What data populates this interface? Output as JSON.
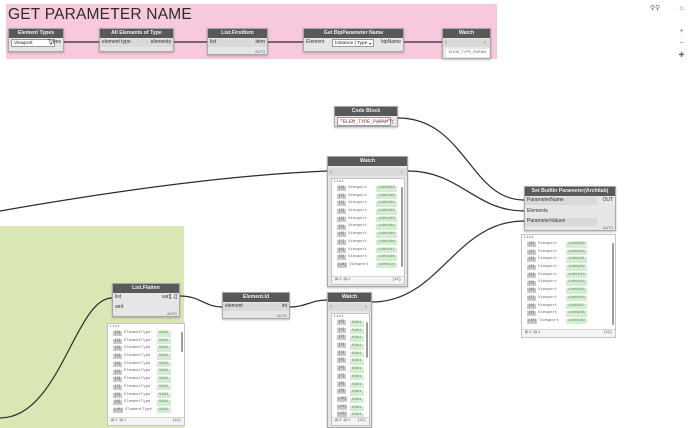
{
  "group_title": "GET PARAMETER NAME",
  "nodes": {
    "element_types": {
      "title": "Element Types",
      "dropdown": "Viewport",
      "out": "Types"
    },
    "all_elements": {
      "title": "All Elements of Type",
      "in": "element type",
      "out": "elements"
    },
    "list_first": {
      "title": "List.FirstItem",
      "in": "list",
      "out": "item",
      "lacing": "AUTO"
    },
    "get_bip": {
      "title": "Get BipParameter Name",
      "in": "Element",
      "dropdown": "Instance | Type",
      "out": "bipName"
    },
    "watch_top": {
      "title": "Watch",
      "value": "ELEM_TYPE_PARAM"
    },
    "code_block": {
      "title": "Code Block",
      "code": "\"ELEM_TYPE_PARAM\";"
    },
    "watch_mid": {
      "title": "Watch",
      "footer_left": "@L2 @L1",
      "footer_right": "{42}"
    },
    "set_builtin": {
      "title": "Set Builtin Parameter(Archilab)",
      "in1": "ParameterName",
      "in2": "Elements",
      "in3": "ParameterValues",
      "out": "OUT",
      "lacing": "AUTO",
      "footer_left": "@L2 @L1",
      "footer_right": "{42}"
    },
    "list_flatten": {
      "title": "List.Flatten",
      "in1": "list",
      "in2": "amt",
      "out": "var[]..[]",
      "lacing": "AUTO",
      "footer_left": "@L2 @L1",
      "footer_right": "{42}"
    },
    "element_id": {
      "title": "Element.Id",
      "in": "element",
      "out": "int",
      "lacing": "AUTO"
    },
    "watch_low": {
      "title": "Watch",
      "footer_left": "@L2 @L1",
      "footer_right": "{42}"
    }
  },
  "list_label": "List",
  "viewport_rows": [
    {
      "i": "[0]",
      "n": "Viewport",
      "v": "1400099"
    },
    {
      "i": "[1]",
      "n": "Viewport",
      "v": "1400100"
    },
    {
      "i": "[2]",
      "n": "Viewport",
      "v": "1400101"
    },
    {
      "i": "[3]",
      "n": "Viewport",
      "v": "1400102"
    },
    {
      "i": "[4]",
      "n": "Viewport",
      "v": "1400103"
    },
    {
      "i": "[5]",
      "n": "Viewport",
      "v": "1400104"
    },
    {
      "i": "[6]",
      "n": "Viewport",
      "v": "1400105"
    },
    {
      "i": "[7]",
      "n": "Viewport",
      "v": "1400106"
    },
    {
      "i": "[8]",
      "n": "Viewport",
      "v": "1400107"
    },
    {
      "i": "[9]",
      "n": "Viewport",
      "v": "1400108"
    },
    {
      "i": "[10]",
      "n": "Viewport",
      "v": "1400110"
    }
  ],
  "set_rows": [
    {
      "i": "[0]",
      "n": "Viewport",
      "v": "1400099"
    },
    {
      "i": "[1]",
      "n": "Viewport",
      "v": "1400100"
    },
    {
      "i": "[2]",
      "n": "Viewport",
      "v": "1400101"
    },
    {
      "i": "[3]",
      "n": "Viewport",
      "v": "1400102"
    },
    {
      "i": "[4]",
      "n": "Viewport",
      "v": "1400103"
    },
    {
      "i": "[5]",
      "n": "Viewport",
      "v": "1400104"
    },
    {
      "i": "[6]",
      "n": "Viewport",
      "v": "1400105"
    },
    {
      "i": "[7]",
      "n": "Viewport",
      "v": "1400106"
    },
    {
      "i": "[8]",
      "n": "Viewport",
      "v": "1400107"
    },
    {
      "i": "[9]",
      "n": "Viewport",
      "v": "1400108"
    },
    {
      "i": "[10]",
      "n": "Viewport",
      "v": "1400109"
    }
  ],
  "flatten_rows": [
    {
      "i": "[0]",
      "n": "ElementType",
      "v": "5661"
    },
    {
      "i": "[1]",
      "n": "ElementType",
      "v": "5661"
    },
    {
      "i": "[2]",
      "n": "ElementType",
      "v": "5661"
    },
    {
      "i": "[3]",
      "n": "ElementType",
      "v": "5661"
    },
    {
      "i": "[4]",
      "n": "ElementType",
      "v": "5661"
    },
    {
      "i": "[5]",
      "n": "ElementType",
      "v": "5661"
    },
    {
      "i": "[6]",
      "n": "ElementType",
      "v": "5661"
    },
    {
      "i": "[7]",
      "n": "ElementType",
      "v": "5661"
    },
    {
      "i": "[8]",
      "n": "ElementType",
      "v": "5661"
    },
    {
      "i": "[9]",
      "n": "ElementType",
      "v": "5661"
    },
    {
      "i": "[10]",
      "n": "ElementType",
      "v": "5661"
    }
  ],
  "id_rows": [
    {
      "i": "[0]",
      "v": "5661"
    },
    {
      "i": "[1]",
      "v": "5661"
    },
    {
      "i": "[2]",
      "v": "5661"
    },
    {
      "i": "[3]",
      "v": "5661"
    },
    {
      "i": "[4]",
      "v": "5661"
    },
    {
      "i": "[5]",
      "v": "5661"
    },
    {
      "i": "[6]",
      "v": "5661"
    },
    {
      "i": "[7]",
      "v": "5661"
    },
    {
      "i": "[8]",
      "v": "5661"
    },
    {
      "i": "[9]",
      "v": "5661"
    },
    {
      "i": "[10]",
      "v": "5661"
    },
    {
      "i": "[11]",
      "v": "5661"
    },
    {
      "i": "[12]",
      "v": "5661"
    },
    {
      "i": "[13]",
      "v": "5661"
    },
    {
      "i": "[14]",
      "v": "5661"
    },
    {
      "i": "[15]",
      "v": "5661"
    }
  ],
  "toolbar": {
    "nav_icon": "binoculars-icon",
    "zoom_in": "+",
    "zoom_out": "−"
  }
}
